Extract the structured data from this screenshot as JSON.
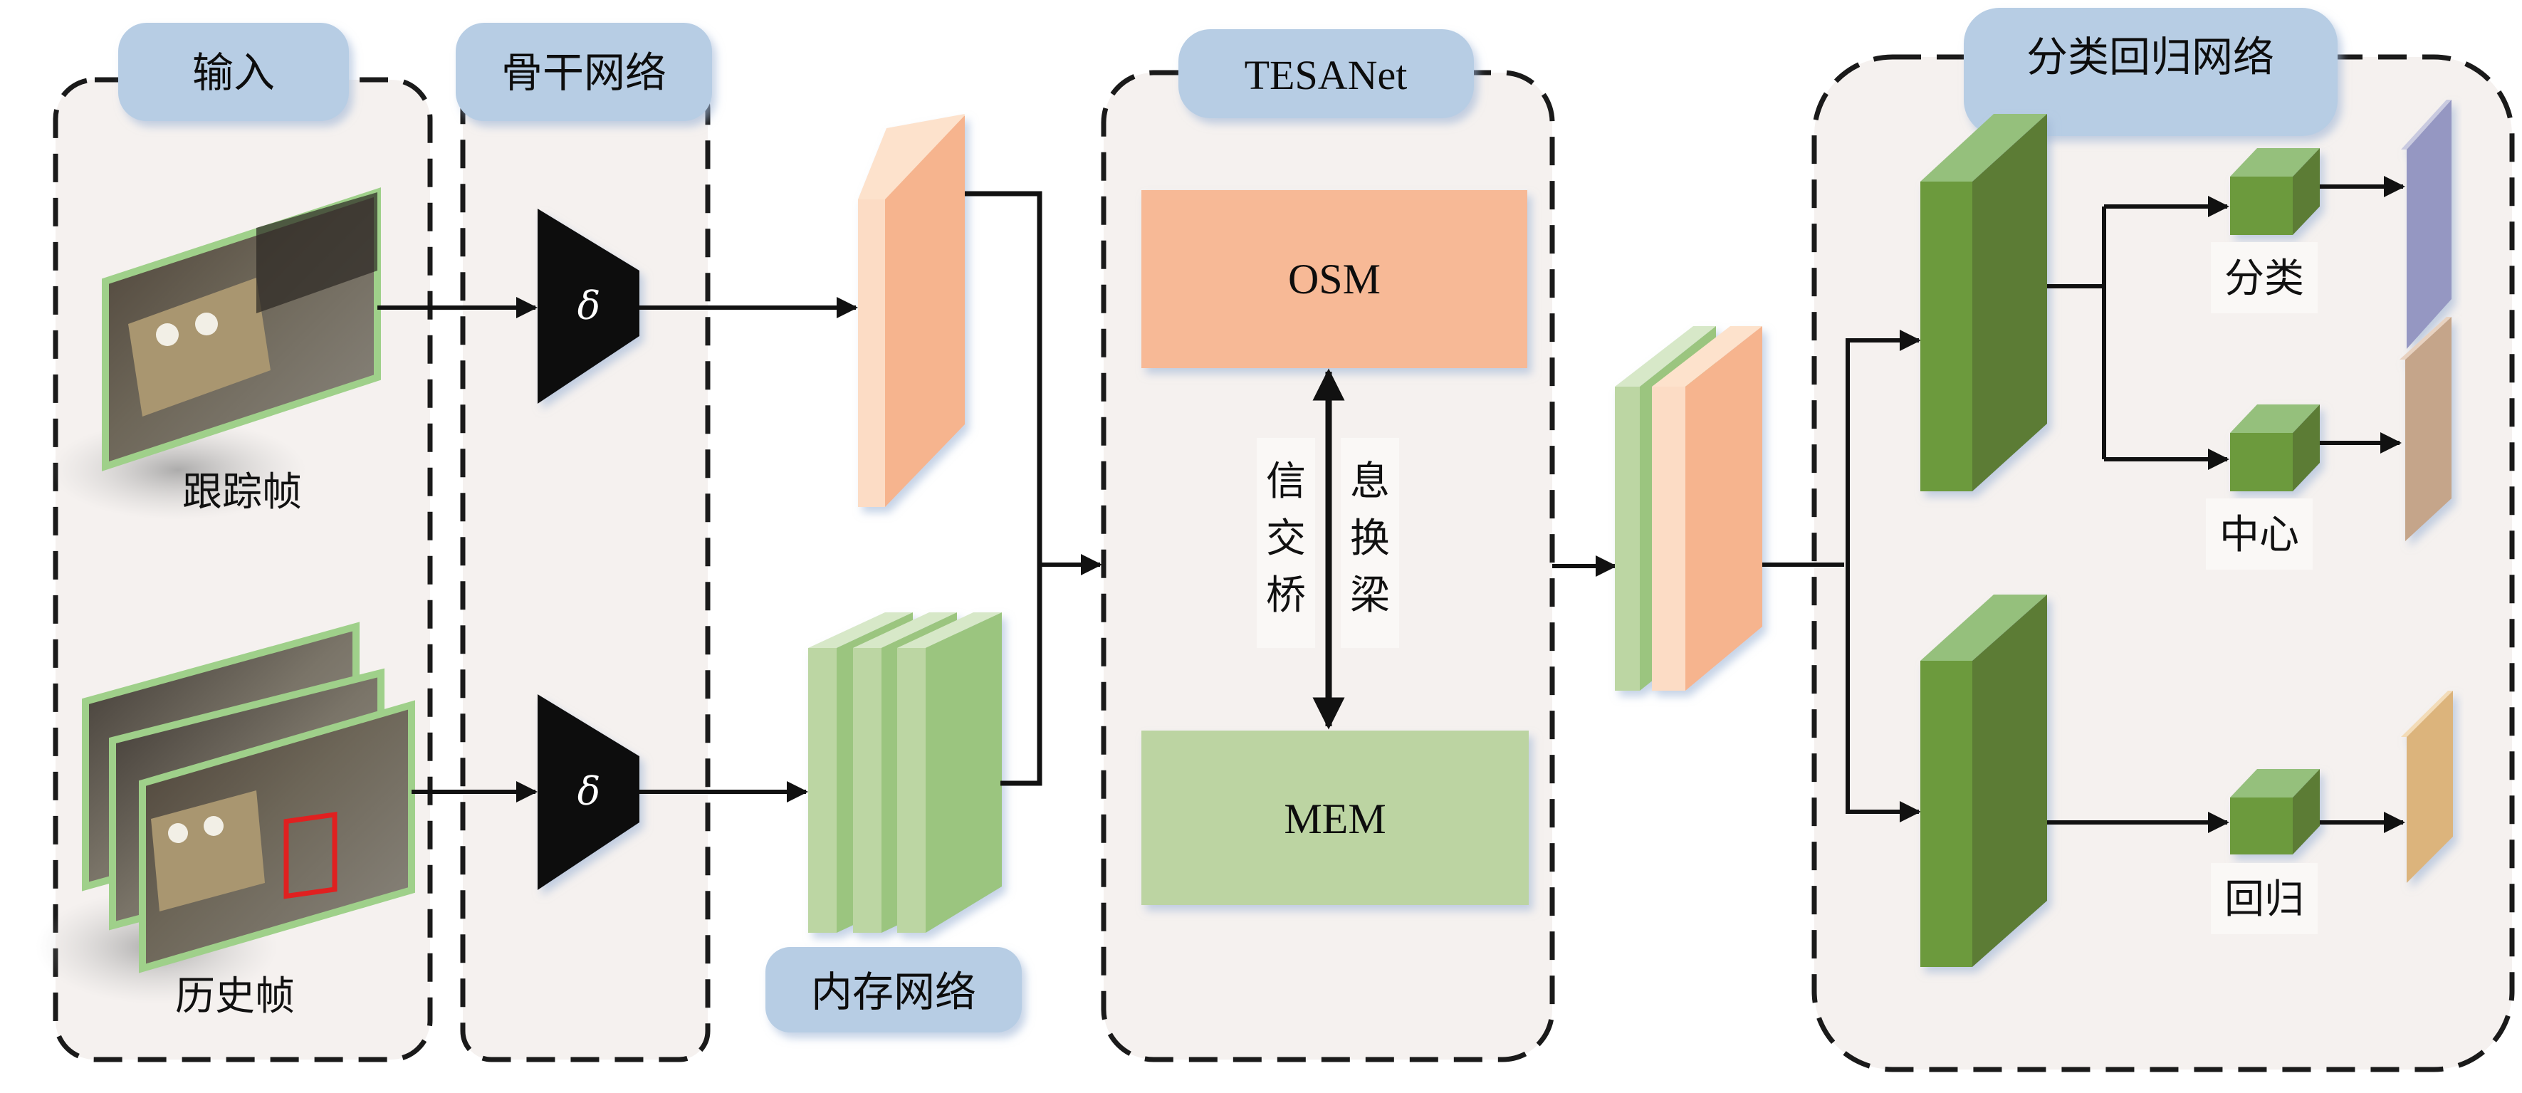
{
  "title": "TESANet tracking framework diagram",
  "sections": {
    "input": {
      "header": "输入",
      "tracking_frame_label": "跟踪帧",
      "history_frame_label": "历史帧"
    },
    "backbone": {
      "header": "骨干网络",
      "encoder_symbol": "δ"
    },
    "memory": {
      "label": "内存网络"
    },
    "tesanet": {
      "header": "TESANet",
      "osm_label": "OSM",
      "mem_label": "MEM",
      "bridge_left": [
        "信",
        "交",
        "桥"
      ],
      "bridge_right": [
        "息",
        "换",
        "梁"
      ]
    },
    "head": {
      "header": "分类回归网络",
      "branches": [
        {
          "label": "分类",
          "output_color": "#9597c2"
        },
        {
          "label": "中心",
          "output_color": "#c5a58a"
        },
        {
          "label": "回归",
          "output_color": "#dcb47c"
        }
      ]
    }
  },
  "colors": {
    "panel_bg": "#f5f1ef",
    "header_bg": "#b7cde4",
    "osm": "#f7b996",
    "mem": "#bcd4a2",
    "green_dark": "#6c9a3e",
    "green_side": "#5b7b36",
    "green_top": "#95c07c",
    "frame_border": "#9fd08a",
    "target_box": "#e02020"
  }
}
